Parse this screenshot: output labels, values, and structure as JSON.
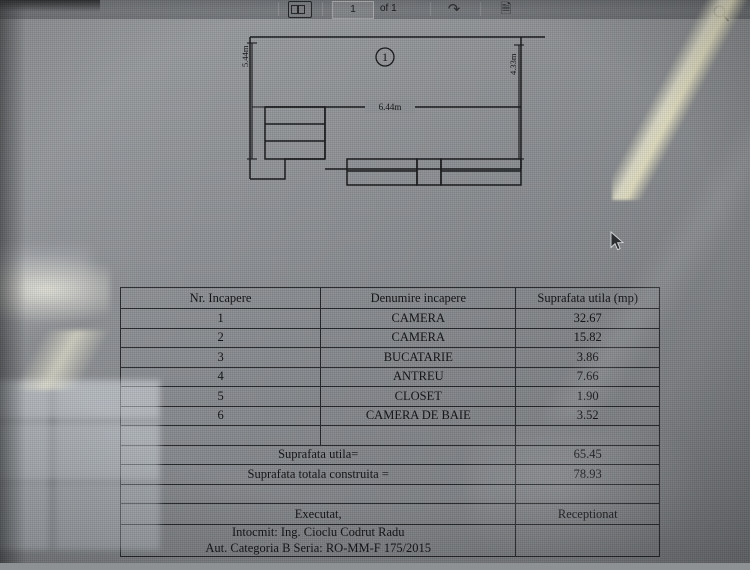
{
  "toolbar": {
    "thumbnail_icon": "thumbnail-panel-icon",
    "page_number": "1",
    "page_of": "of 1",
    "rotate_icon": "rotate-icon",
    "document_icon": "document-properties-icon",
    "search_icon": "search-icon"
  },
  "plan": {
    "marker_label": "1",
    "dim_left": "5.44m",
    "dim_right": "4.33m",
    "dim_top": "6.44m"
  },
  "table": {
    "headers": [
      "Nr. Incapere",
      "Denumire incapere",
      "Suprafata utila (mp)"
    ],
    "rows": [
      {
        "nr": "1",
        "name": "CAMERA",
        "area": "32.67"
      },
      {
        "nr": "2",
        "name": "CAMERA",
        "area": "15.82"
      },
      {
        "nr": "3",
        "name": "BUCATARIE",
        "area": "3.86"
      },
      {
        "nr": "4",
        "name": "ANTREU",
        "area": "7.66"
      },
      {
        "nr": "5",
        "name": "CLOSET",
        "area": "1.90"
      },
      {
        "nr": "6",
        "name": "CAMERA DE BAIE",
        "area": "3.52"
      }
    ],
    "totals": [
      {
        "label": "Suprafata utila=",
        "value": "65.45"
      },
      {
        "label": "Suprafata totala construita =",
        "value": "78.93"
      }
    ],
    "signature_headers": [
      "Executat,",
      "Receptionat"
    ],
    "signature_lines": [
      "Intocmit: Ing. Cioclu Codrut Radu",
      "Aut. Categoria B Seria: RO-MM-F 175/2015"
    ]
  },
  "colors": {
    "screen_bg": "#8e9194",
    "ink": "#101214",
    "toolbar_bg": "#7b7e82",
    "glare": "#fffae2"
  }
}
